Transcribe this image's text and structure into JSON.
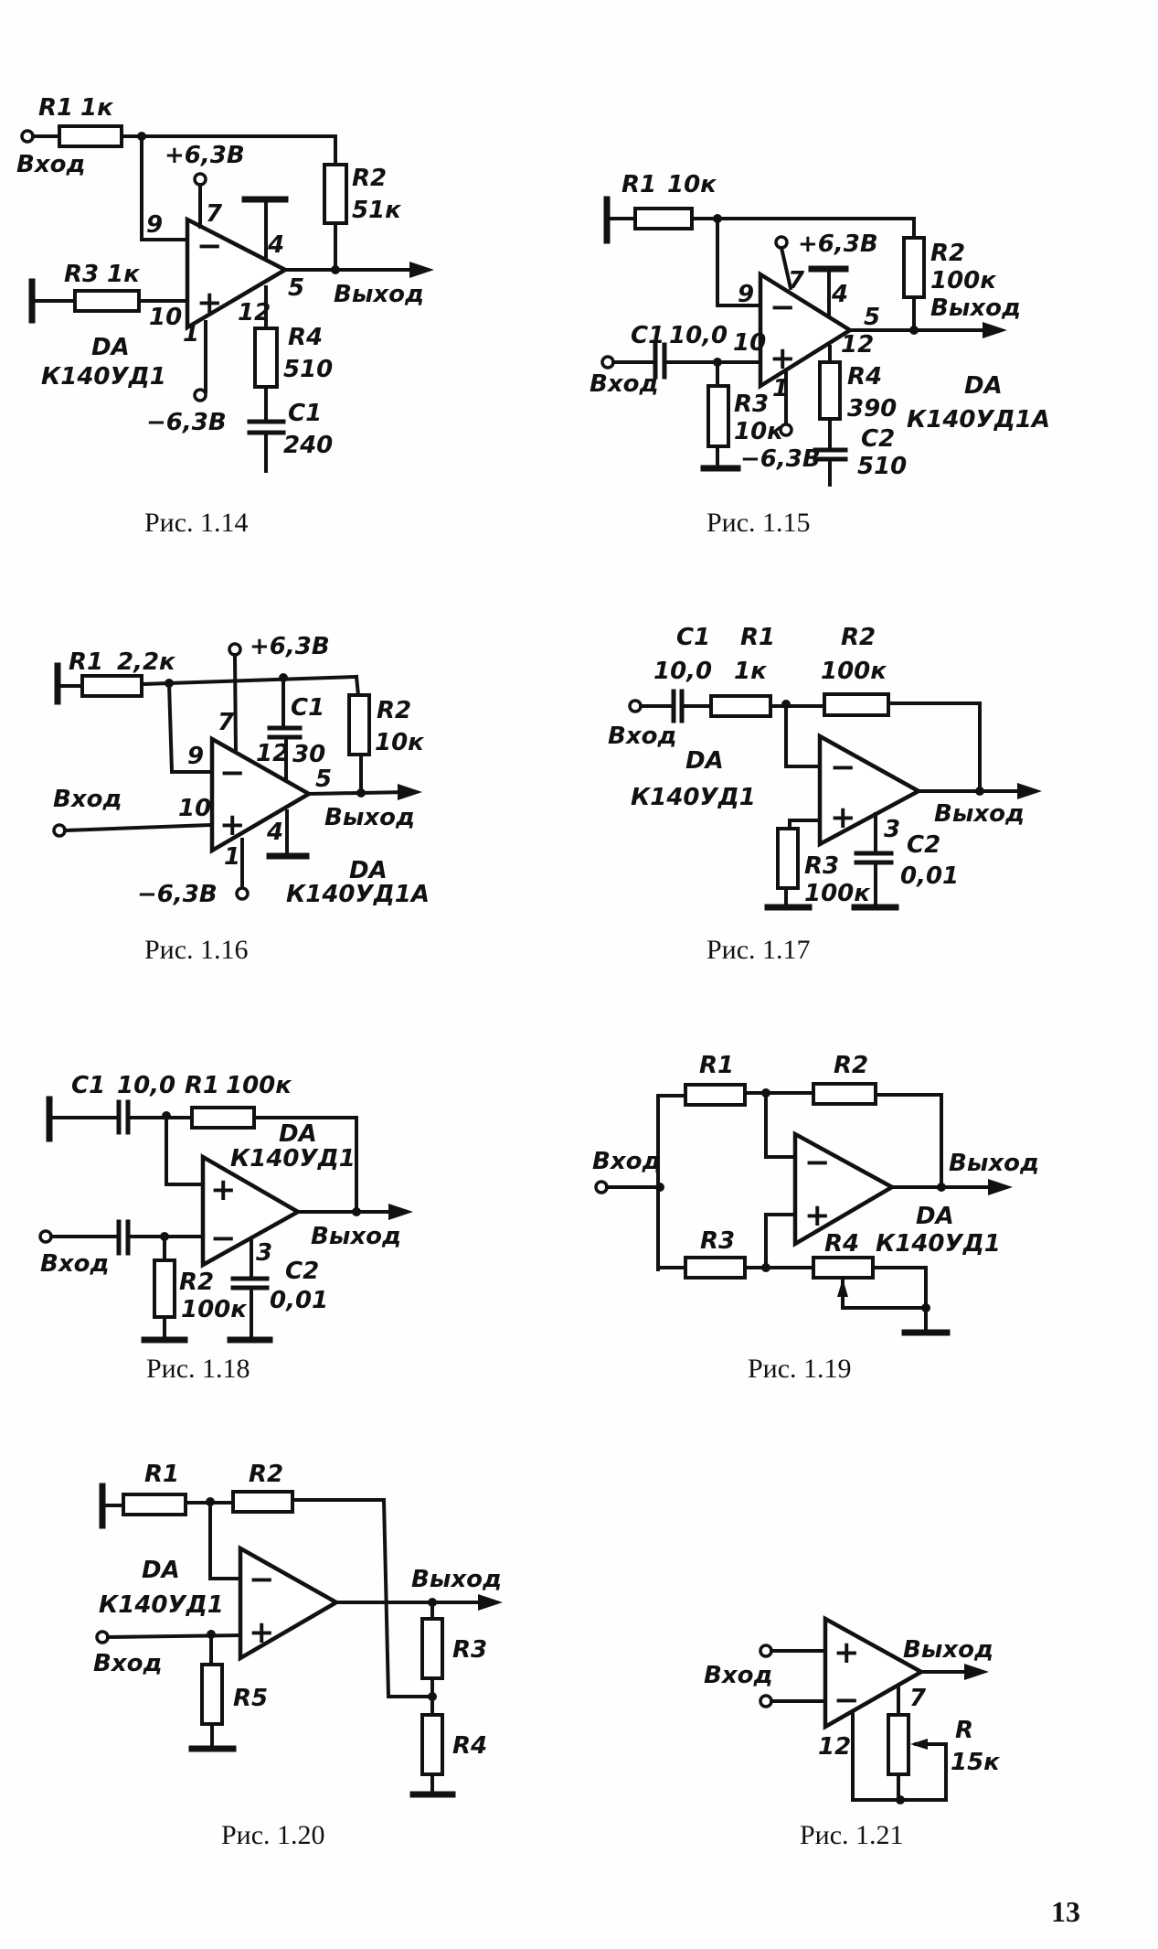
{
  "page": {
    "number": "13",
    "ink_color": "#111111",
    "paper_color": "#fefefe"
  },
  "common": {
    "input": "Вход",
    "output": "Выход",
    "opamp_ref": "DA",
    "plus": "+",
    "minus": "−"
  },
  "figures": [
    {
      "id": "1.14",
      "caption": "Рис. 1.14",
      "opamp_model": "К140УД1",
      "supply_pos": "+6,3В",
      "supply_neg": "−6,3В",
      "pins": {
        "inv": "9",
        "noninv": "10",
        "vpos": "7",
        "gnd": "4",
        "out": "5",
        "corr": "12",
        "vneg": "1"
      },
      "components": [
        {
          "ref": "R1",
          "value": "1к"
        },
        {
          "ref": "R2",
          "value": "51к"
        },
        {
          "ref": "R3",
          "value": "1к"
        },
        {
          "ref": "R4",
          "value": "510"
        },
        {
          "ref": "C1",
          "value": "240"
        }
      ]
    },
    {
      "id": "1.15",
      "caption": "Рис. 1.15",
      "opamp_model": "К140УД1А",
      "supply_pos": "+6,3В",
      "supply_neg": "−6,3В",
      "pins": {
        "inv": "9",
        "noninv": "10",
        "vpos": "7",
        "gnd": "4",
        "out": "5",
        "corr": "12",
        "vneg": "1"
      },
      "components": [
        {
          "ref": "R1",
          "value": "10к"
        },
        {
          "ref": "R2",
          "value": "100к"
        },
        {
          "ref": "C1",
          "value": "10,0"
        },
        {
          "ref": "R3",
          "value": "10к"
        },
        {
          "ref": "R4",
          "value": "390"
        },
        {
          "ref": "C2",
          "value": "510"
        }
      ]
    },
    {
      "id": "1.16",
      "caption": "Рис. 1.16",
      "opamp_model": "К140УД1А",
      "supply_pos": "+6,3В",
      "supply_neg": "−6,3В",
      "pins": {
        "inv": "9",
        "noninv": "10",
        "vpos": "7",
        "corr": "12",
        "out": "5",
        "gnd": "4",
        "vneg": "1"
      },
      "components": [
        {
          "ref": "R1",
          "value": "2,2к"
        },
        {
          "ref": "C1",
          "value": "30"
        },
        {
          "ref": "R2",
          "value": "10к"
        }
      ]
    },
    {
      "id": "1.17",
      "caption": "Рис. 1.17",
      "opamp_model": "К140УД1",
      "pins": {
        "corr": "3"
      },
      "components": [
        {
          "ref": "C1",
          "value": "10,0"
        },
        {
          "ref": "R1",
          "value": "1к"
        },
        {
          "ref": "R2",
          "value": "100к"
        },
        {
          "ref": "R3",
          "value": "100к"
        },
        {
          "ref": "C2",
          "value": "0,01"
        }
      ]
    },
    {
      "id": "1.18",
      "caption": "Рис. 1.18",
      "opamp_model": "К140УД1",
      "pins": {
        "corr": "3"
      },
      "components": [
        {
          "ref": "C1",
          "value": "10,0"
        },
        {
          "ref": "R1",
          "value": "100к"
        },
        {
          "ref": "R2",
          "value": "100к"
        },
        {
          "ref": "C2",
          "value": "0,01"
        }
      ]
    },
    {
      "id": "1.19",
      "caption": "Рис. 1.19",
      "opamp_model": "К140УД1",
      "components": [
        {
          "ref": "R1"
        },
        {
          "ref": "R2"
        },
        {
          "ref": "R3"
        },
        {
          "ref": "R4"
        }
      ]
    },
    {
      "id": "1.20",
      "caption": "Рис. 1.20",
      "opamp_model": "К140УД1",
      "components": [
        {
          "ref": "R1"
        },
        {
          "ref": "R2"
        },
        {
          "ref": "R3"
        },
        {
          "ref": "R4"
        },
        {
          "ref": "R5"
        }
      ]
    },
    {
      "id": "1.21",
      "caption": "Рис. 1.21",
      "pins": {
        "a": "7",
        "b": "12"
      },
      "components": [
        {
          "ref": "R",
          "value": "15к"
        }
      ]
    }
  ]
}
